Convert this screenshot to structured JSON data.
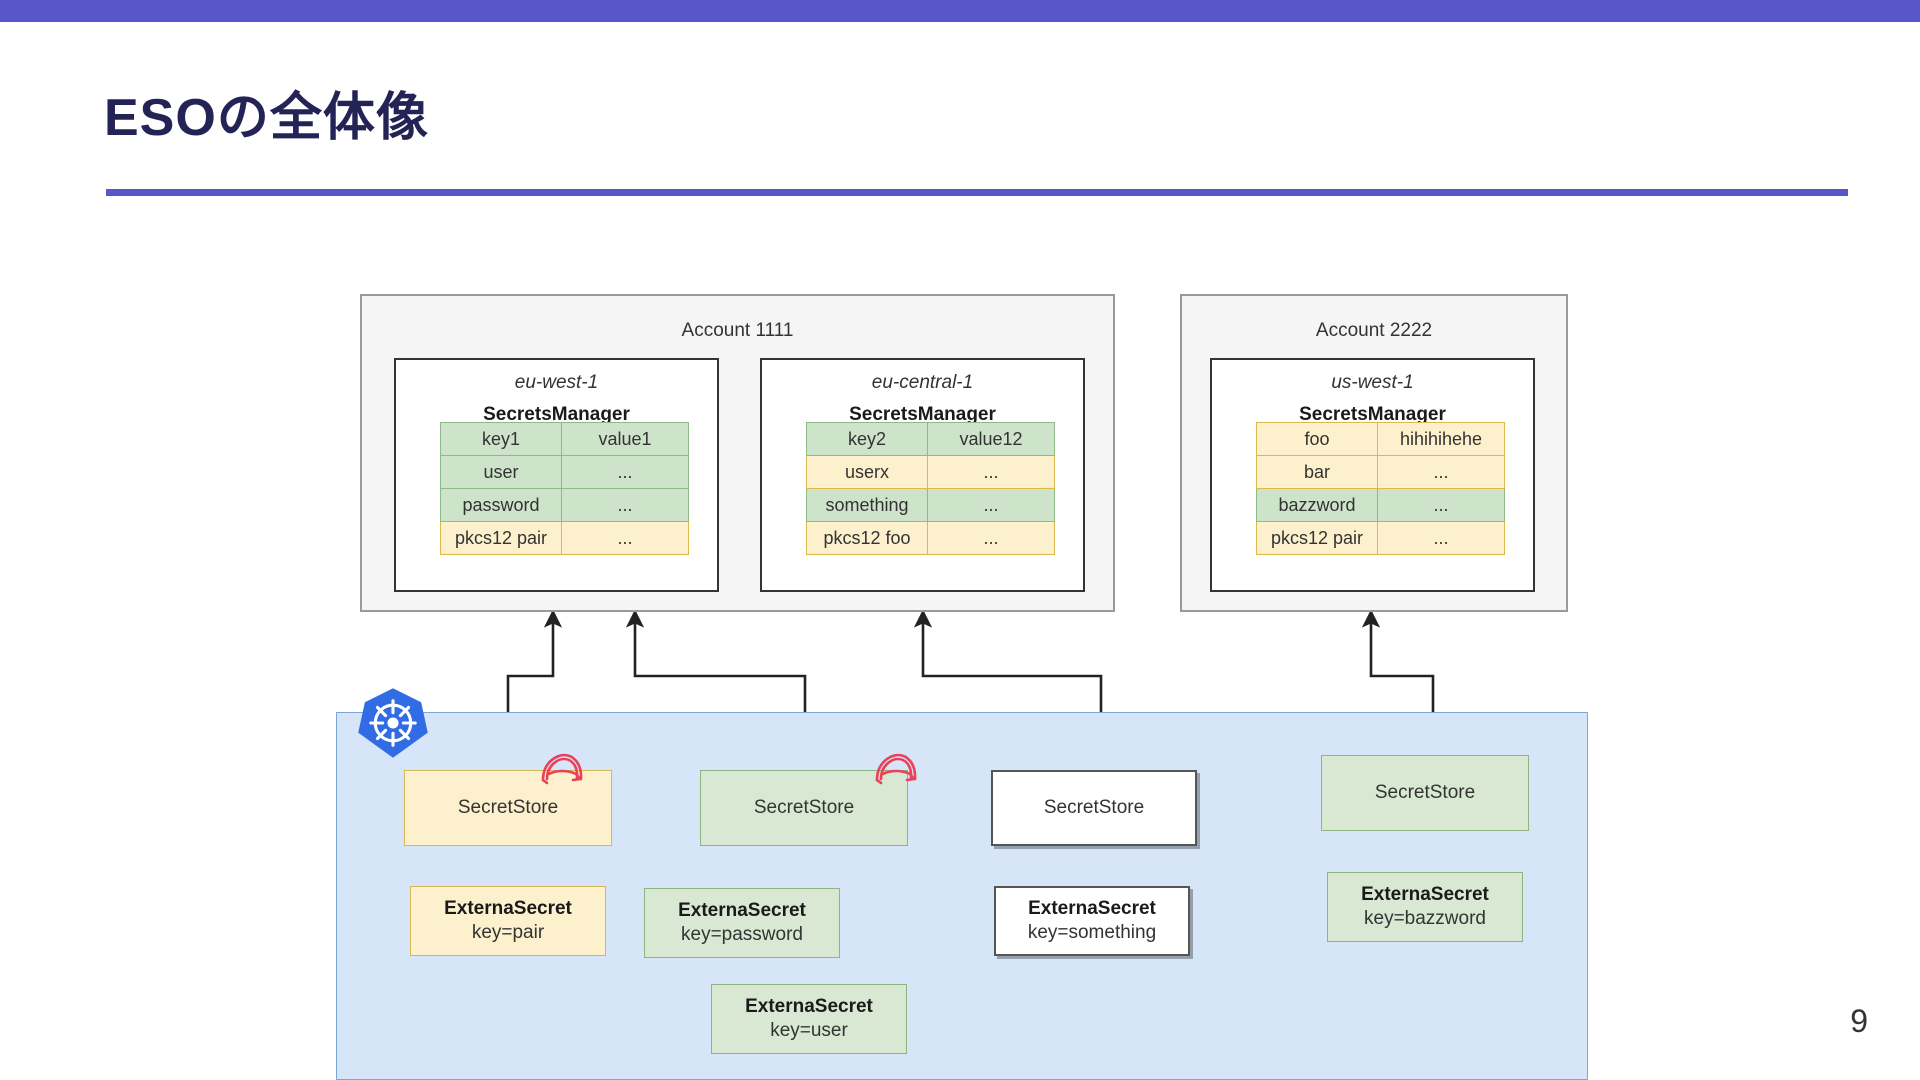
{
  "slide": {
    "title": "ESOの全体像",
    "page_number": "9",
    "accent_color": "#5856C8",
    "title_color": "#242355"
  },
  "colors": {
    "green_fill": "#CDE3CA",
    "yellow_fill": "#FCF0CD",
    "k8s_fill": "#D6E5F8",
    "account_fill": "#F5F5F5",
    "annotation_red": "#E8415A"
  },
  "accounts": [
    {
      "label": "Account 1111",
      "regions": [
        {
          "region": "eu-west-1",
          "service": "SecretsManager",
          "rows": [
            {
              "key": "key1",
              "value": "value1",
              "tone": "green"
            },
            {
              "key": "user",
              "value": "...",
              "tone": "green"
            },
            {
              "key": "password",
              "value": "...",
              "tone": "green"
            },
            {
              "key": "pkcs12 pair",
              "value": "...",
              "tone": "yellow"
            }
          ]
        },
        {
          "region": "eu-central-1",
          "service": "SecretsManager",
          "rows": [
            {
              "key": "key2",
              "value": "value12",
              "tone": "green"
            },
            {
              "key": "userx",
              "value": "...",
              "tone": "yellow"
            },
            {
              "key": "something",
              "value": "...",
              "tone": "green"
            },
            {
              "key": "pkcs12 foo",
              "value": "...",
              "tone": "yellow"
            }
          ]
        }
      ]
    },
    {
      "label": "Account 2222",
      "regions": [
        {
          "region": "us-west-1",
          "service": "SecretsManager",
          "rows": [
            {
              "key": "foo",
              "value": "hihihihehe",
              "tone": "yellow"
            },
            {
              "key": "bar",
              "value": "...",
              "tone": "yellow"
            },
            {
              "key": "bazzword",
              "value": "...",
              "tone": "green"
            },
            {
              "key": "pkcs12 pair",
              "value": "...",
              "tone": "yellow"
            }
          ]
        }
      ]
    }
  ],
  "cluster": {
    "icon": "kubernetes-icon",
    "secret_stores": [
      {
        "label": "SecretStore",
        "tone": "yellow",
        "annotated": true
      },
      {
        "label": "SecretStore",
        "tone": "green",
        "annotated": true
      },
      {
        "label": "SecretStore",
        "tone": "white",
        "annotated": false
      },
      {
        "label": "SecretStore",
        "tone": "green",
        "annotated": false
      }
    ],
    "external_secrets": [
      {
        "title": "ExternaSecret",
        "key": "key=pair",
        "tone": "yellow"
      },
      {
        "title": "ExternaSecret",
        "key": "key=password",
        "tone": "green"
      },
      {
        "title": "ExternaSecret",
        "key": "key=something",
        "tone": "white"
      },
      {
        "title": "ExternaSecret",
        "key": "key=bazzword",
        "tone": "green"
      },
      {
        "title": "ExternaSecret",
        "key": "key=user",
        "tone": "green"
      }
    ]
  }
}
